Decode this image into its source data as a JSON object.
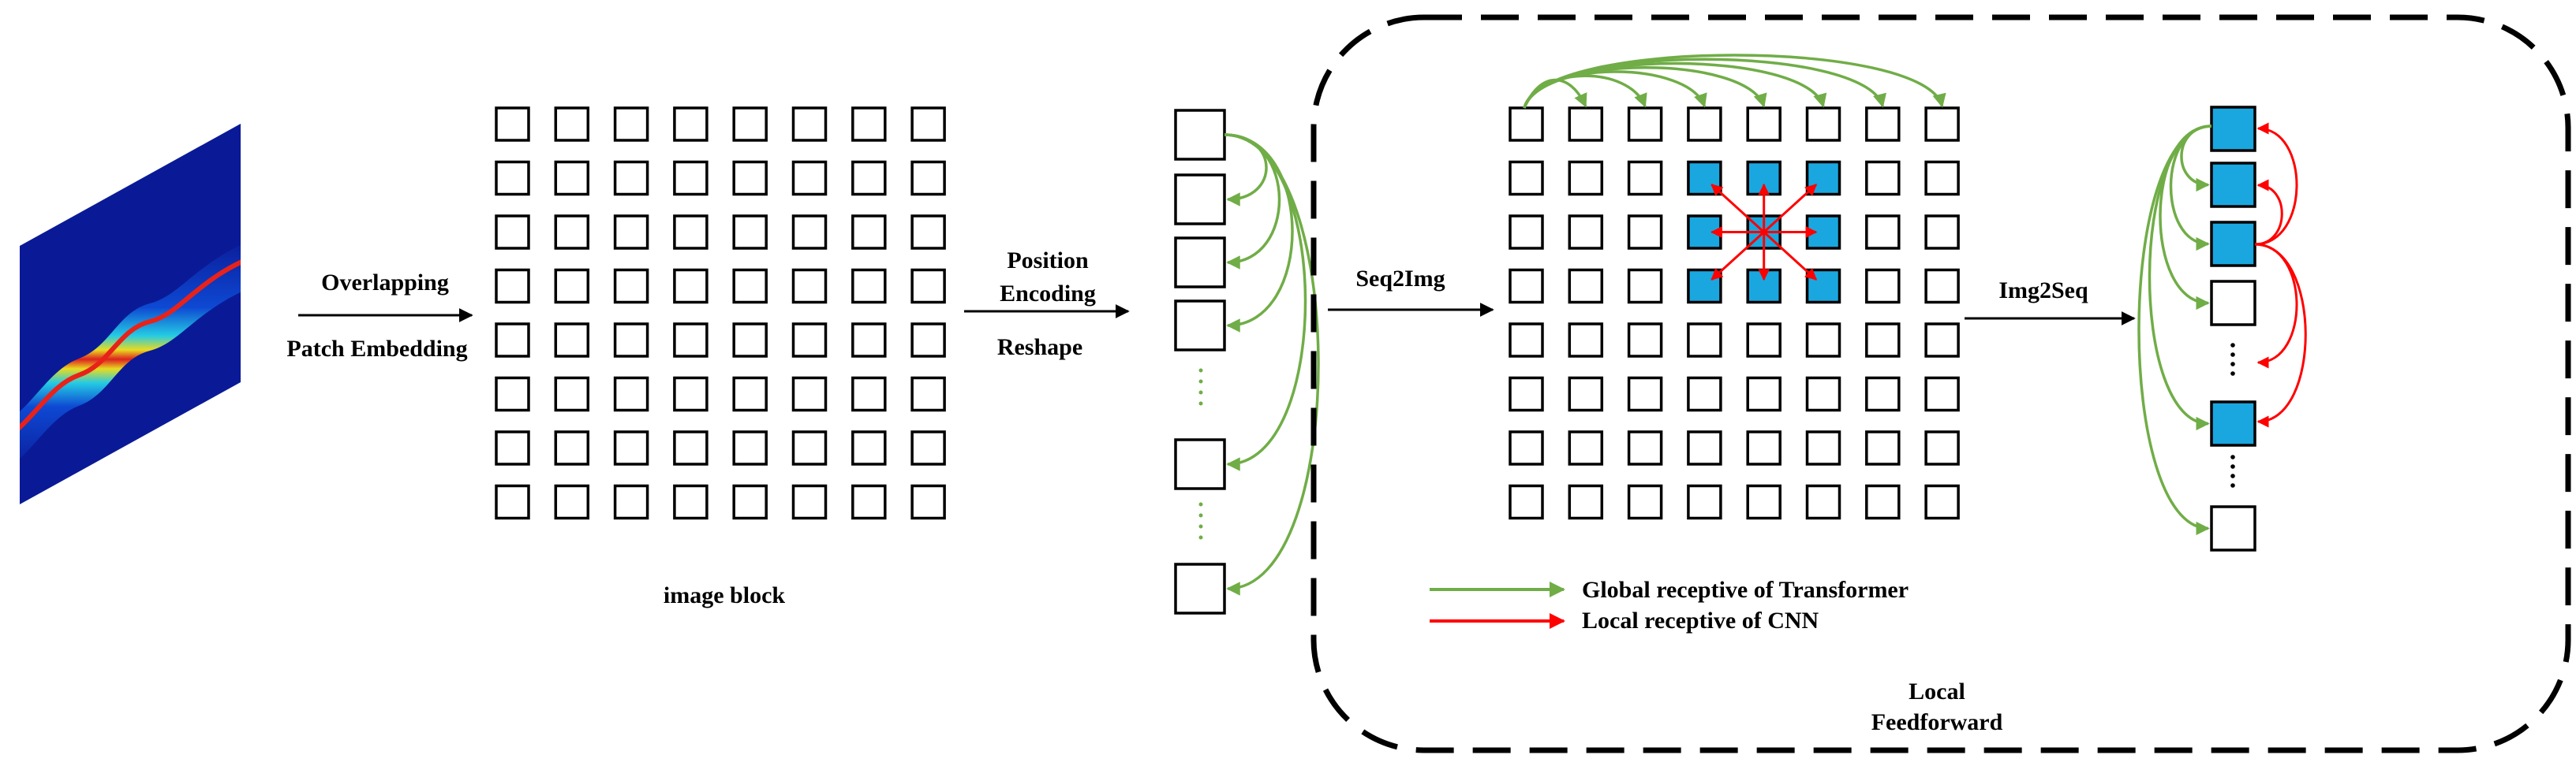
{
  "labels": {
    "overlapping": "Overlapping",
    "patch_embedding": "Patch Embedding",
    "image_block": "image block",
    "position": "Position",
    "encoding": "Encoding",
    "reshape": "Reshape",
    "seq2img": "Seq2Img",
    "img2seq": "Img2Seq",
    "local": "Local",
    "feedforward": "Feedforward"
  },
  "legend": {
    "global": "Global receptive of Transformer",
    "local": "Local receptive of CNN"
  },
  "colors": {
    "global_arrow": "#70ad47",
    "local_arrow": "#ff0000",
    "highlight_cell": "#1aa7e0",
    "spectrogram_bg": "#0a1a96"
  },
  "grids": {
    "rows": 8,
    "cols": 8,
    "highlighted_cells": [
      [
        1,
        3
      ],
      [
        1,
        4
      ],
      [
        1,
        5
      ],
      [
        2,
        3
      ],
      [
        2,
        5
      ],
      [
        3,
        3
      ],
      [
        3,
        4
      ],
      [
        3,
        5
      ]
    ],
    "center_cell": [
      2,
      4
    ]
  },
  "sequence_left": {
    "ellipsis": "⋮"
  },
  "sequence_right": {
    "highlighted_positions": [
      0,
      1,
      2,
      4
    ],
    "ellipsis": "⋮"
  }
}
